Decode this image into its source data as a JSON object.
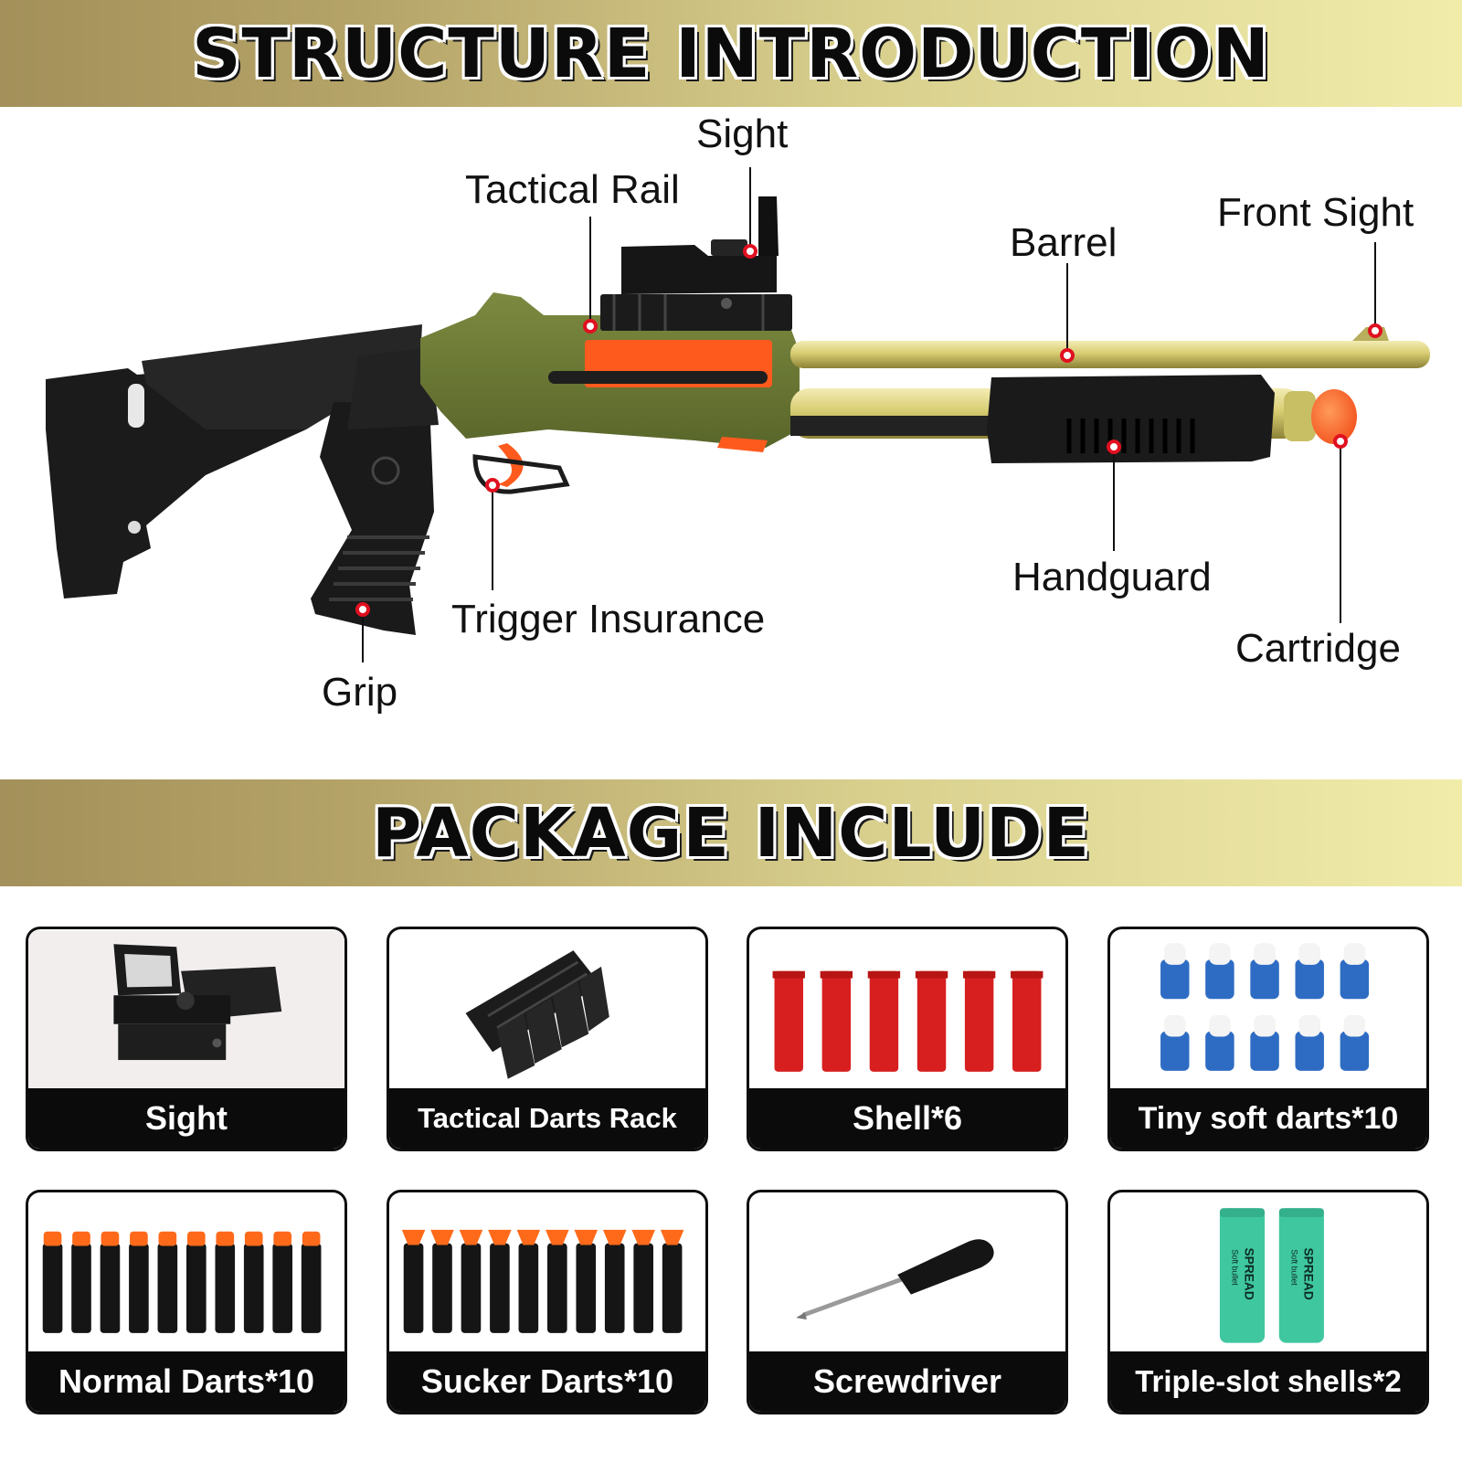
{
  "structure": {
    "title": "STRUCTURE INTRODUCTION",
    "callouts": {
      "sight": "Sight",
      "tactical_rail": "Tactical Rail",
      "front_sight": "Front Sight",
      "barrel": "Barrel",
      "handguard": "Handguard",
      "trigger_insurance": "Trigger Insurance",
      "cartridge": "Cartridge",
      "grip": "Grip"
    }
  },
  "package": {
    "title": "PACKAGE INCLUDE",
    "items": [
      {
        "label": "Sight"
      },
      {
        "label": "Tactical Darts Rack"
      },
      {
        "label": "Shell*6"
      },
      {
        "label": "Tiny soft darts*10"
      },
      {
        "label": "Normal Darts*10"
      },
      {
        "label": "Sucker Darts*10"
      },
      {
        "label": "Screwdriver"
      },
      {
        "label": "Triple-slot shells*2"
      }
    ],
    "shell_brand": "SPREAD",
    "shell_subtext": "Soft bullet"
  },
  "colors": {
    "banner_gold": "#b5a468",
    "gun_green": "#6b7a36",
    "gun_gold": "#d8cd72",
    "accent_orange": "#ff5a1e",
    "marker_red": "#e01020",
    "shell_red": "#d71f1f",
    "dart_blue": "#2e6cc4",
    "shell_green": "#3fc7a0"
  }
}
